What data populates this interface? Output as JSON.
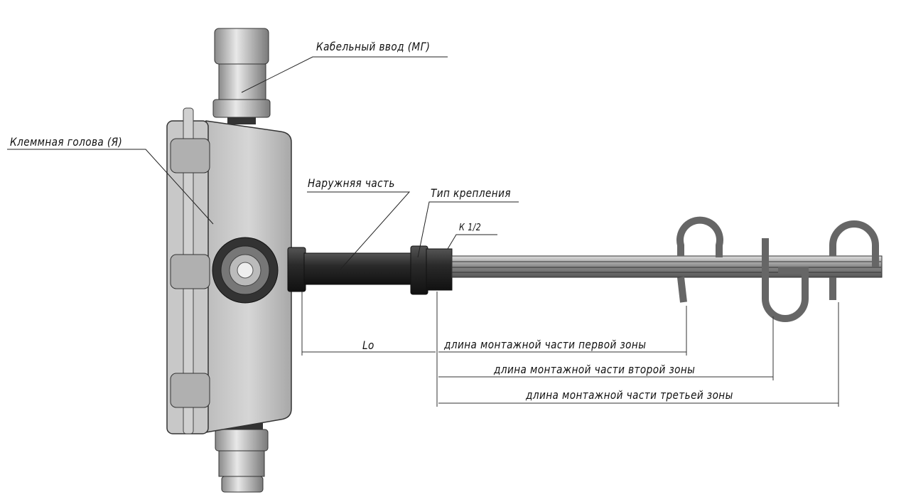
{
  "labels": {
    "cable_entry": "Кабельный ввод (МГ)",
    "terminal_head": "Клеммная голова (Я)",
    "outer_part": "Наружняя часть",
    "mount_type": "Тип крепления",
    "thread": "К 1/2",
    "lo": "Lo",
    "zone1": "длина монтажной части первой зоны",
    "zone2": "длина монтажной части второй зоны",
    "zone3": "длина монтажной части третьей зоны"
  }
}
